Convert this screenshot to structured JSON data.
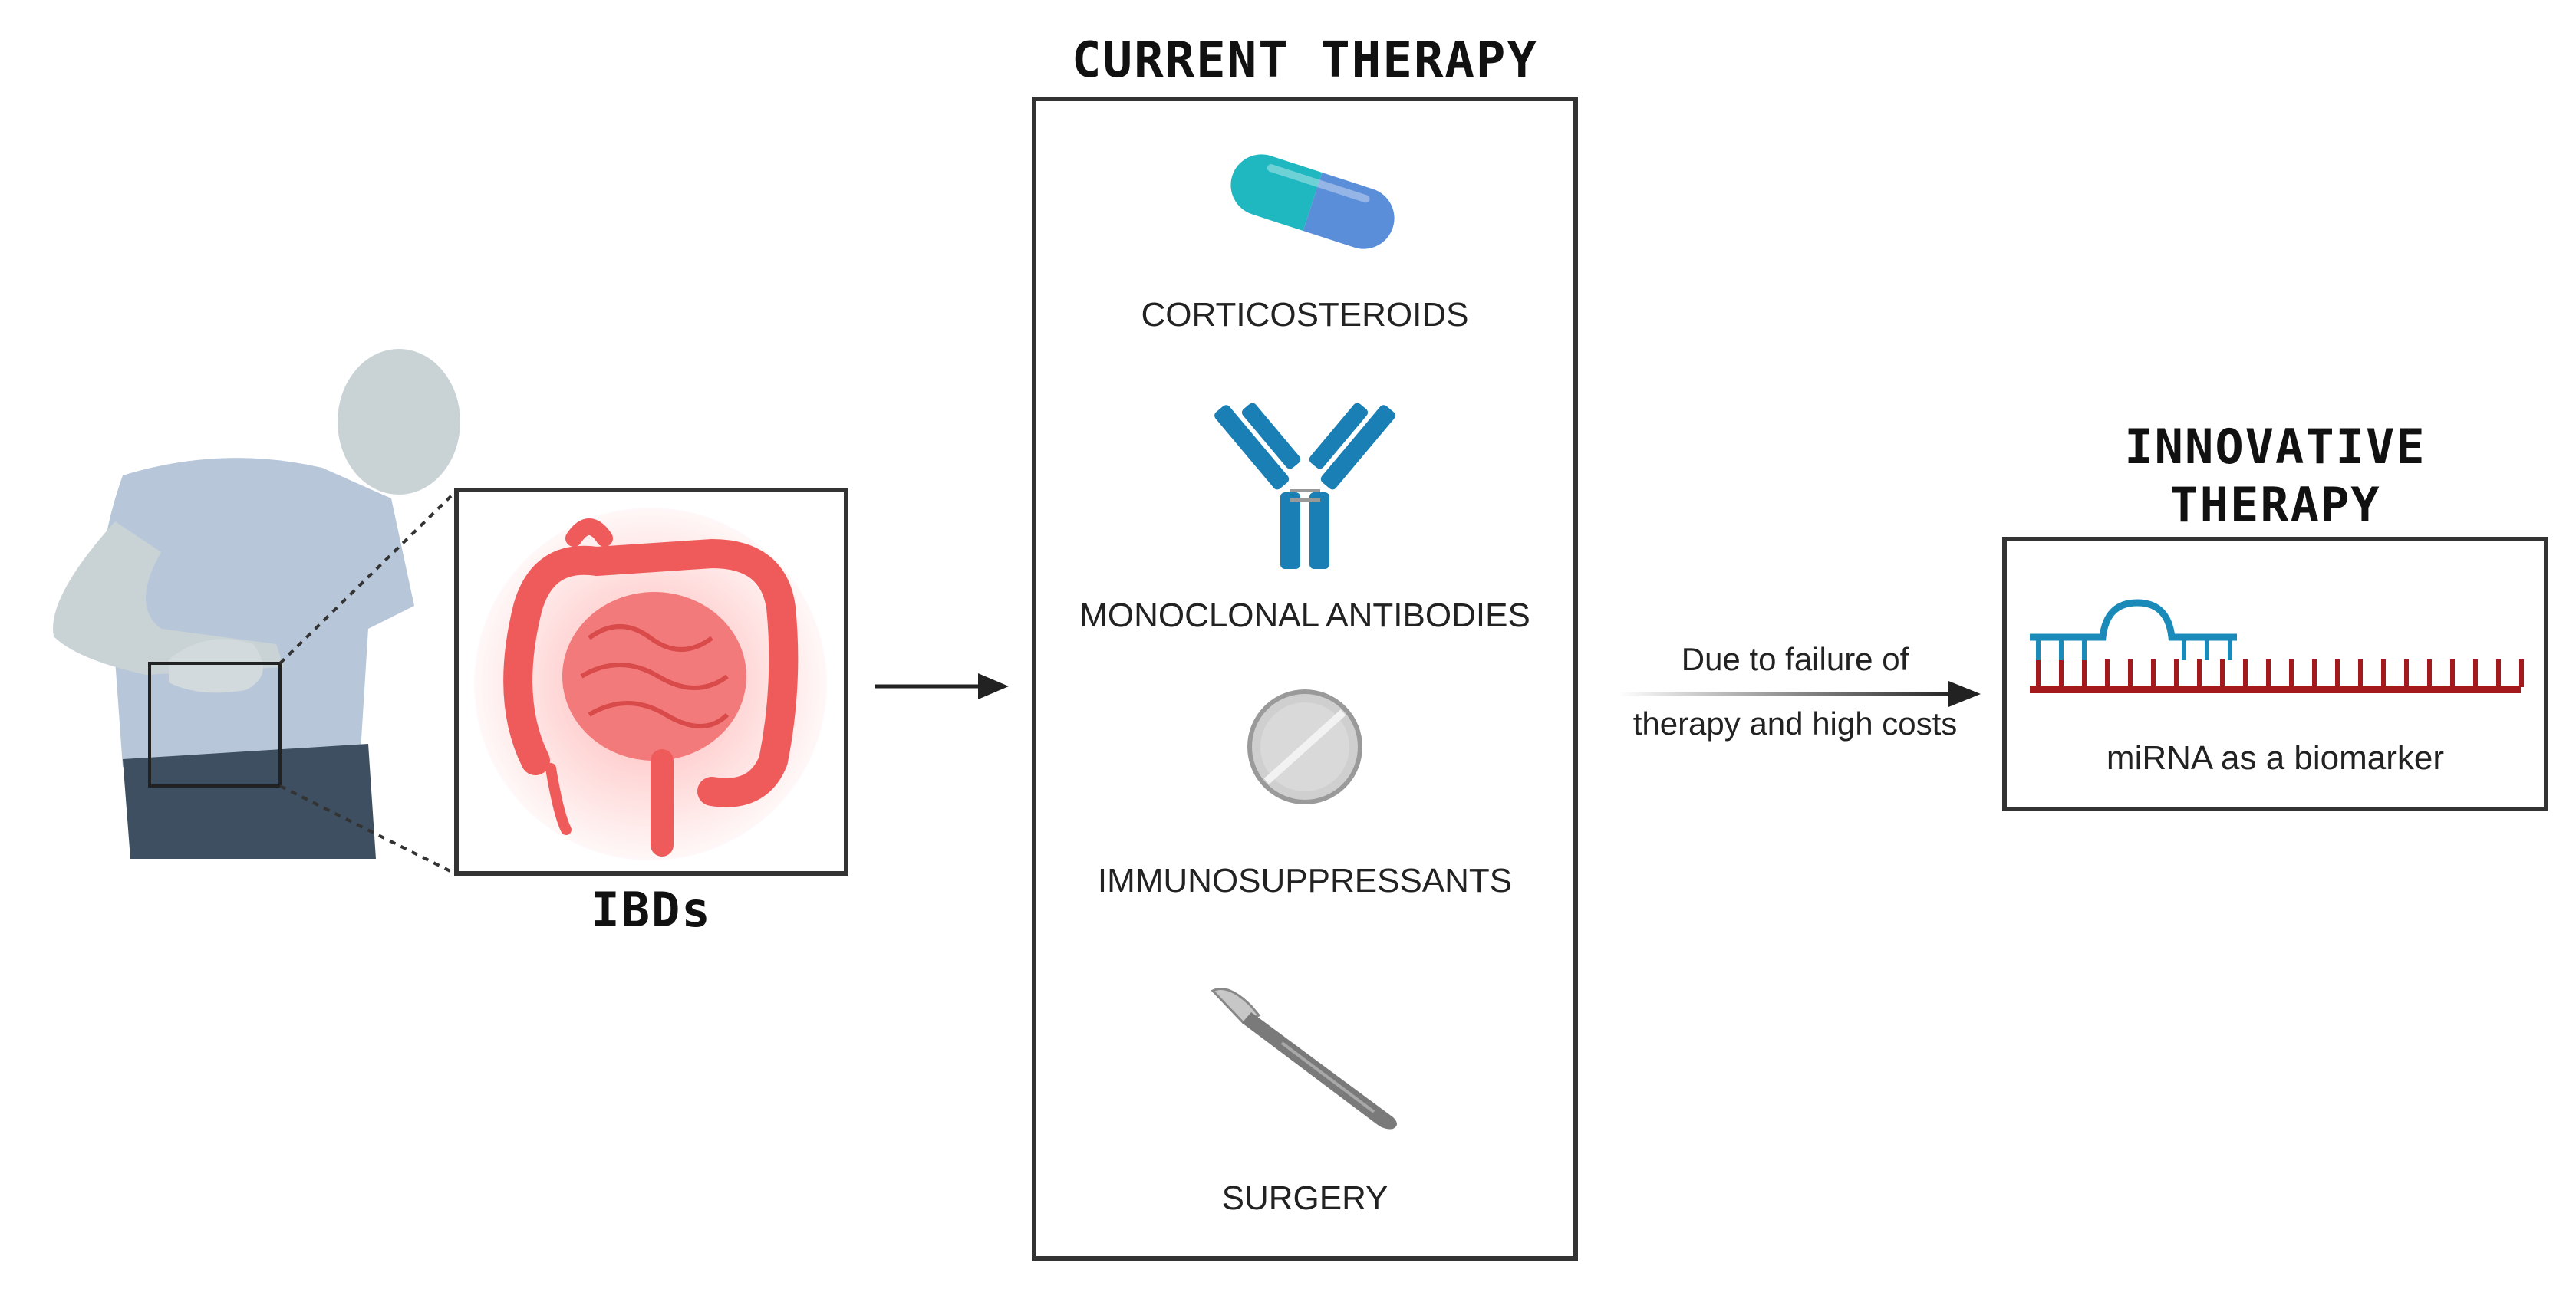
{
  "left": {
    "caption": "IBDs"
  },
  "current_therapy": {
    "title": "CURRENT THERAPY",
    "items": [
      {
        "label": "CORTICOSTEROIDS",
        "icon": "capsule-icon"
      },
      {
        "label": "MONOCLONAL ANTIBODIES",
        "icon": "antibody-icon"
      },
      {
        "label": "IMMUNOSUPPRESSANTS",
        "icon": "pill-tablet-icon"
      },
      {
        "label": "SURGERY",
        "icon": "scalpel-icon"
      }
    ]
  },
  "arrow_note": {
    "line1": "Due to failure of",
    "line2": "therapy and high costs"
  },
  "innovative_therapy": {
    "title_line1": "INNOVATIVE",
    "title_line2": "THERAPY",
    "caption": "miRNA as a biomarker"
  },
  "colors": {
    "capsule_left": "#1fb8c1",
    "capsule_right": "#5b8ed8",
    "antibody": "#1a7fb5",
    "intestine": "#ef5b5b",
    "mirna_top": "#1a8ab8",
    "mirna_bottom": "#a3191c",
    "person": "#b8c6cf"
  }
}
